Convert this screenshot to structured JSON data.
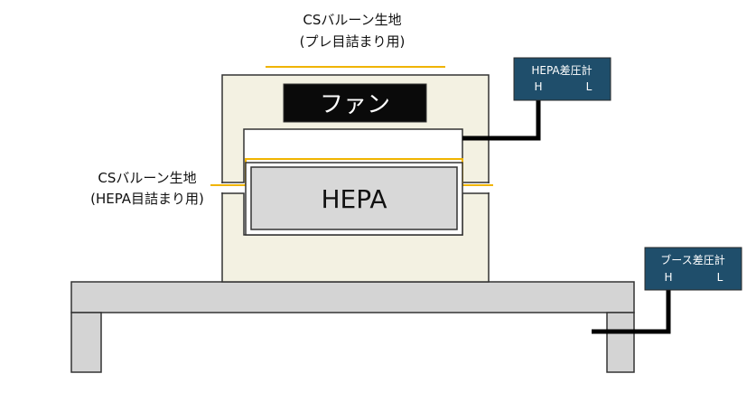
{
  "top_balloon": {
    "line1": "CSバルーン生地",
    "line2": "(プレ目詰まり用)"
  },
  "side_balloon": {
    "line1": "CSバルーン生地",
    "line2": "(HEPA目詰まり用)"
  },
  "fan_label": "ファン",
  "hepa_label": "HEPA",
  "hepa_gauge": {
    "title": "HEPA差圧計",
    "high": "H",
    "low": "L"
  },
  "booth_gauge": {
    "title": "ブース差圧計",
    "high": "H",
    "low": "L"
  },
  "colors": {
    "housing": "#f3f1e2",
    "gauge": "#1f4e6b",
    "balloon_line": "#f0b400",
    "table": "#d4d4d4",
    "hepa_fill": "#d8d8d8",
    "fan_box": "#0a0a0a"
  }
}
